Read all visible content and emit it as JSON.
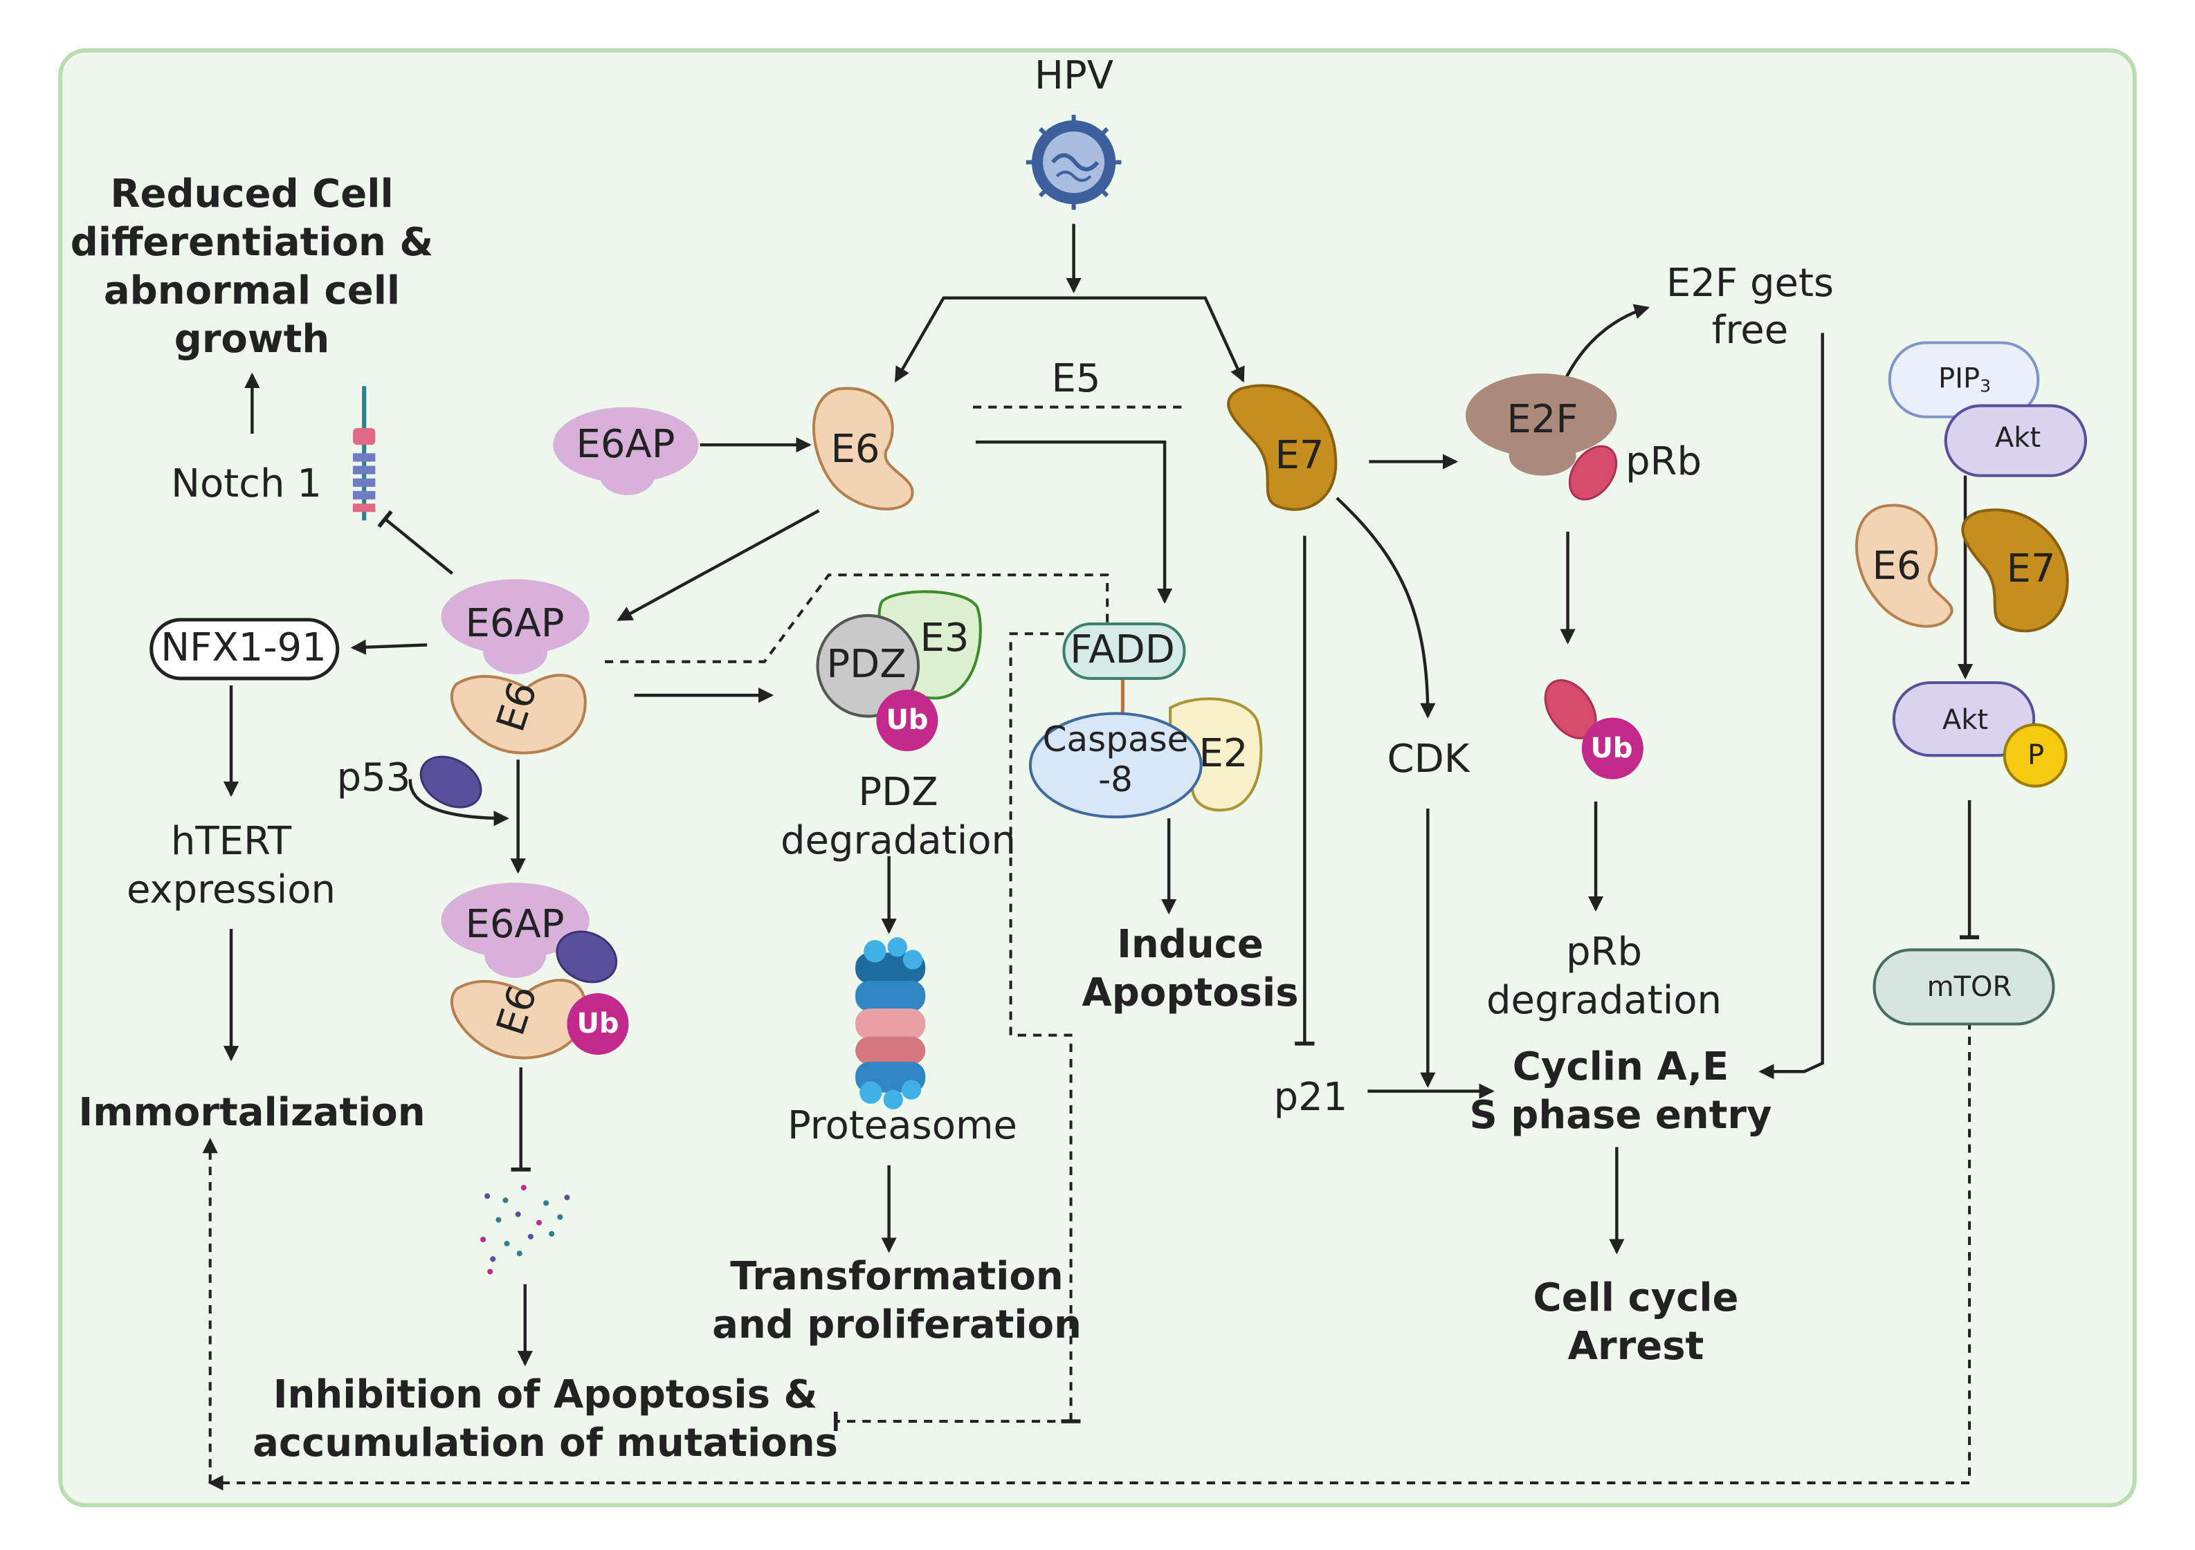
{
  "labels": {
    "hpv": "HPV",
    "e5": "E5",
    "e6": "E6",
    "e7": "E7",
    "e6ap": "E6AP",
    "e2f": "E2F",
    "prb": "pRb",
    "e2f_free": "E2F gets\nfree",
    "reduced_diff": "Reduced Cell\ndifferentiation &\nabnormal cell\ngrowth",
    "notch1": "Notch 1",
    "nfx": "NFX1-91",
    "htert": "hTERT\nexpression",
    "immortalization": "Immortalization",
    "p53": "p53",
    "ub": "Ub",
    "pdz": "PDZ",
    "e3": "E3",
    "pdz_degradation": "PDZ\ndegradation",
    "proteasome": "Proteasome",
    "transformation": "Transformation\nand proliferation",
    "inhibition": "Inhibition of Apoptosis &\naccumulation of mutations",
    "fadd": "FADD",
    "caspase8": "Caspase\n-8",
    "e2": "E2",
    "induce_apoptosis": "Induce\nApoptosis",
    "cdk": "CDK",
    "p21": "p21",
    "cyclin": "Cyclin A,E\nS phase entry",
    "cell_cycle_arrest": "Cell cycle\nArrest",
    "prb_degradation": "pRb\ndegradation",
    "pip_base": "PIP",
    "pip_sub": "3",
    "akt": "Akt",
    "p": "P",
    "mtor": "mTOR"
  },
  "colors": {
    "panel_bg": "#eef7ec",
    "panel_border": "#b9dcb0",
    "e6": "#f2d4b4",
    "e7": "#c58e1f",
    "e6ap": "#d7b1d9",
    "e2f": "#ab8a7b",
    "prb": "#d64a6c",
    "ub": "#c2298b",
    "p53": "#5a4f9a",
    "virus": "#3d5f9d",
    "akt": "#d9d3ef",
    "phosphate": "#f6c912",
    "mtor": "#d7e5e0",
    "fadd": "#d5ece6",
    "caspase": "#d8e6f6",
    "e2_protein": "#f7f0c9",
    "e3": "#dcf0cf",
    "pdz_protein": "#c9c9c9",
    "pip3": "#eaf0fb"
  }
}
